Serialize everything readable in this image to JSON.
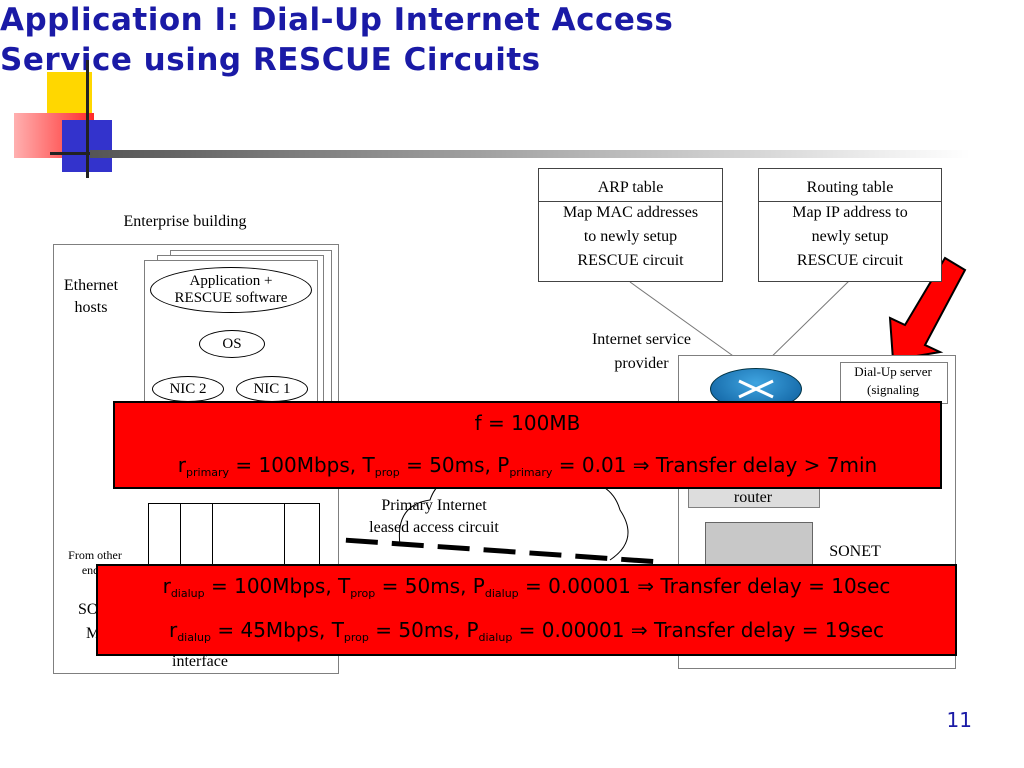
{
  "slide": {
    "title_line1": "Application I: Dial-Up Internet Access",
    "title_line2": "Service using RESCUE Circuits",
    "page_number": "11"
  },
  "diagram": {
    "arp_table": {
      "header": "ARP table",
      "line1": "Map MAC addresses",
      "line2": "to newly setup",
      "line3": "RESCUE circuit"
    },
    "routing_table": {
      "header": "Routing table",
      "line1": "Map IP address to",
      "line2": "newly setup",
      "line3": "RESCUE circuit"
    },
    "enterprise_building": "Enterprise building",
    "ethernet_hosts_1": "Ethernet",
    "ethernet_hosts_2": "hosts",
    "app_software_1": "Application +",
    "app_software_2": "RESCUE software",
    "os": "OS",
    "nic2": "NIC 2",
    "nic1": "NIC 1",
    "isp_1": "Internet service",
    "isp_2": "provider",
    "dialup_server_1": "Dial-Up server",
    "dialup_server_2": "(signaling",
    "router": "router",
    "sonet": "SONET",
    "primary_internet_1": "Primary Internet",
    "primary_internet_2": "leased access circuit",
    "from_other_1": "From other",
    "from_other_2": "end h",
    "partial_so": "SO",
    "partial_m": "M",
    "partial_interface": "interface"
  },
  "equations": {
    "top": {
      "line1": "f = 100MB",
      "l2_r": "r",
      "l2_sub1": "primary",
      "l2_a": " = 100Mbps,  T",
      "l2_sub2": "prop",
      "l2_b": " = 50ms, P",
      "l2_sub3": "primary",
      "l2_c": " = 0.01 ⇒  Transfer delay > 7min"
    },
    "bottom": {
      "l1_r": "r",
      "l1_sub1": "dialup",
      "l1_a": " = 100Mbps,  T",
      "l1_sub2": "prop",
      "l1_b": " = 50ms, P",
      "l1_sub3": "dialup",
      "l1_c": " = 0.00001 ⇒  Transfer delay = 10sec",
      "l2_r": "r",
      "l2_sub1": "dialup",
      "l2_a": " = 45Mbps,  T",
      "l2_sub2": "prop",
      "l2_b": " = 50ms, P",
      "l2_sub3": "dialup",
      "l2_c": " = 0.00001  ⇒  Transfer delay = 19sec"
    }
  },
  "colors": {
    "title": "#1a1aa6",
    "highlight": "#ff0000",
    "deco_yellow": "#ffd700",
    "deco_blue": "#3333cc"
  }
}
